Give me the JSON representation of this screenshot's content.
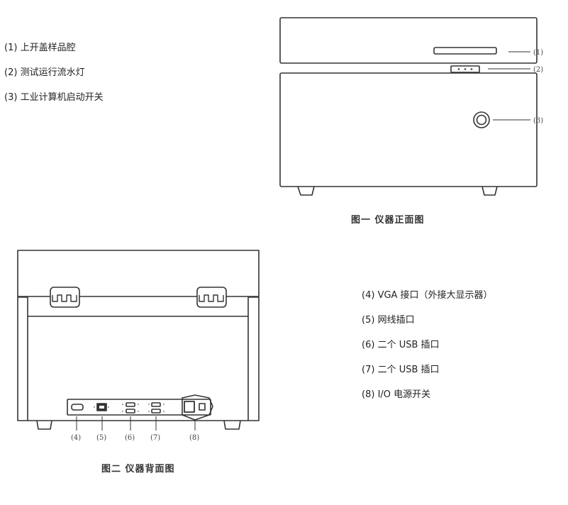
{
  "front_view": {
    "caption": "图一  仪器正面图",
    "legend": [
      {
        "num": "(1)",
        "label": "上开盖样品腔"
      },
      {
        "num": "(2)",
        "label": "测试运行流水灯"
      },
      {
        "num": "(3)",
        "label": "工业计算机启动开关"
      }
    ],
    "callouts": [
      "(1)",
      "(2)",
      "(3)"
    ]
  },
  "back_view": {
    "caption": "图二  仪器背面图",
    "legend": [
      {
        "num": "(4)",
        "label": "VGA 接口（外接大显示器）"
      },
      {
        "num": "(5)",
        "label": "网线插口"
      },
      {
        "num": "(6)",
        "label": "二个 USB 插口"
      },
      {
        "num": "(7)",
        "label": "二个 USB 插口"
      },
      {
        "num": "(8)",
        "label": "I/O 电源开关"
      }
    ],
    "callouts": [
      "(4)",
      "(5)",
      "(6)",
      "(7)",
      "(8)"
    ]
  },
  "colors": {
    "line": "#333333",
    "text": "#222222",
    "background": "#ffffff"
  }
}
